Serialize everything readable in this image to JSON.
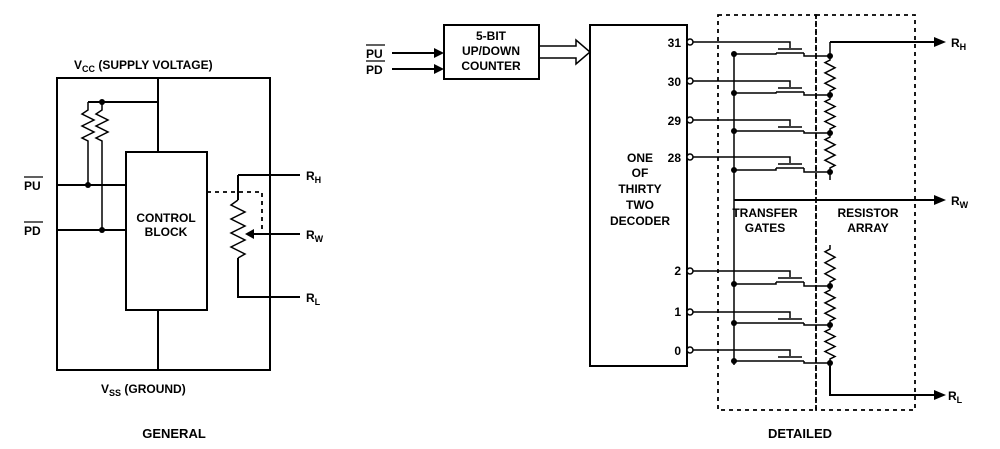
{
  "general": {
    "vcc_main": "V",
    "vcc_sub": "CC",
    "vcc_text": " (SUPPLY VOLTAGE)",
    "vss_main": "V",
    "vss_sub": "SS",
    "vss_text": " (GROUND)",
    "pu_label": "PU",
    "pd_label": "PD",
    "control_line1": "CONTROL",
    "control_line2": "BLOCK",
    "rh_main": "R",
    "rh_sub": "H",
    "rw_main": "R",
    "rw_sub": "W",
    "rl_main": "R",
    "rl_sub": "L",
    "caption": "GENERAL"
  },
  "detailed": {
    "pu_label": "PU",
    "pd_label": "PD",
    "counter_line1": "5-BIT",
    "counter_line2": "UP/DOWN",
    "counter_line3": "COUNTER",
    "decoder_lines": [
      "ONE",
      "OF",
      "THIRTY",
      "TWO",
      "DECODER"
    ],
    "outputs": [
      "31",
      "30",
      "29",
      "28",
      "2",
      "1",
      "0"
    ],
    "transfer_line1": "TRANSFER",
    "transfer_line2": "GATES",
    "resistor_line1": "RESISTOR",
    "resistor_line2": "ARRAY",
    "rh_main": "R",
    "rh_sub": "H",
    "rw_main": "R",
    "rw_sub": "W",
    "rl_main": "R",
    "rl_sub": "L",
    "caption": "DETAILED"
  }
}
